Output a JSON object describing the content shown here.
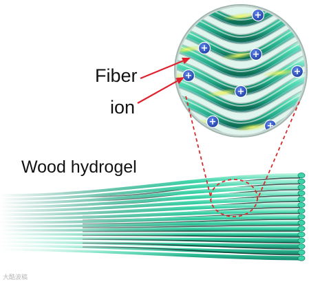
{
  "labels": {
    "fiber": "Fiber",
    "ion": "ion",
    "wood_hydrogel": "Wood hydrogel"
  },
  "watermark": "大酷波稿",
  "colors": {
    "fiber": "#3dd4a9",
    "fiber_dark": "#13876b",
    "fiber_edge": "#bdf4e2",
    "gap": "#0b2e27",
    "zoom_bg": "#dff5ee",
    "ion": "#2b55c9",
    "ion_glow": "#dcef3e",
    "arrow": "#e0202d",
    "dashed": "#d92a2a"
  },
  "icons": {
    "ion": "plus-ion-icon",
    "arrow": "red-arrow-icon"
  },
  "ion_symbol": "+"
}
